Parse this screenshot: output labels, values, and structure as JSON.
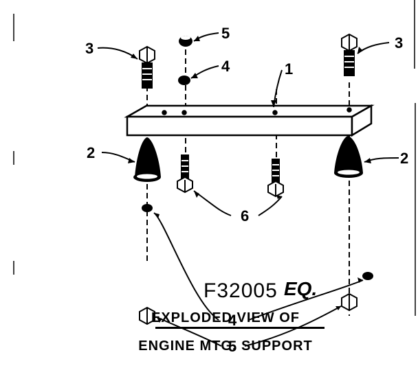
{
  "callouts": {
    "c1": "1",
    "c2_left": "2",
    "c2_right": "2",
    "c3_left": "3",
    "c3_right": "3",
    "c4_top": "4",
    "c4_bottom": "4",
    "c5_top": "5",
    "c5_bottom": "5",
    "c6": "6"
  },
  "part_code": "F32005",
  "part_suffix": "EQ.",
  "caption": {
    "line1": "EXPLODED VIEW OF",
    "line2": "ENGINE MTG. SUPPORT"
  }
}
